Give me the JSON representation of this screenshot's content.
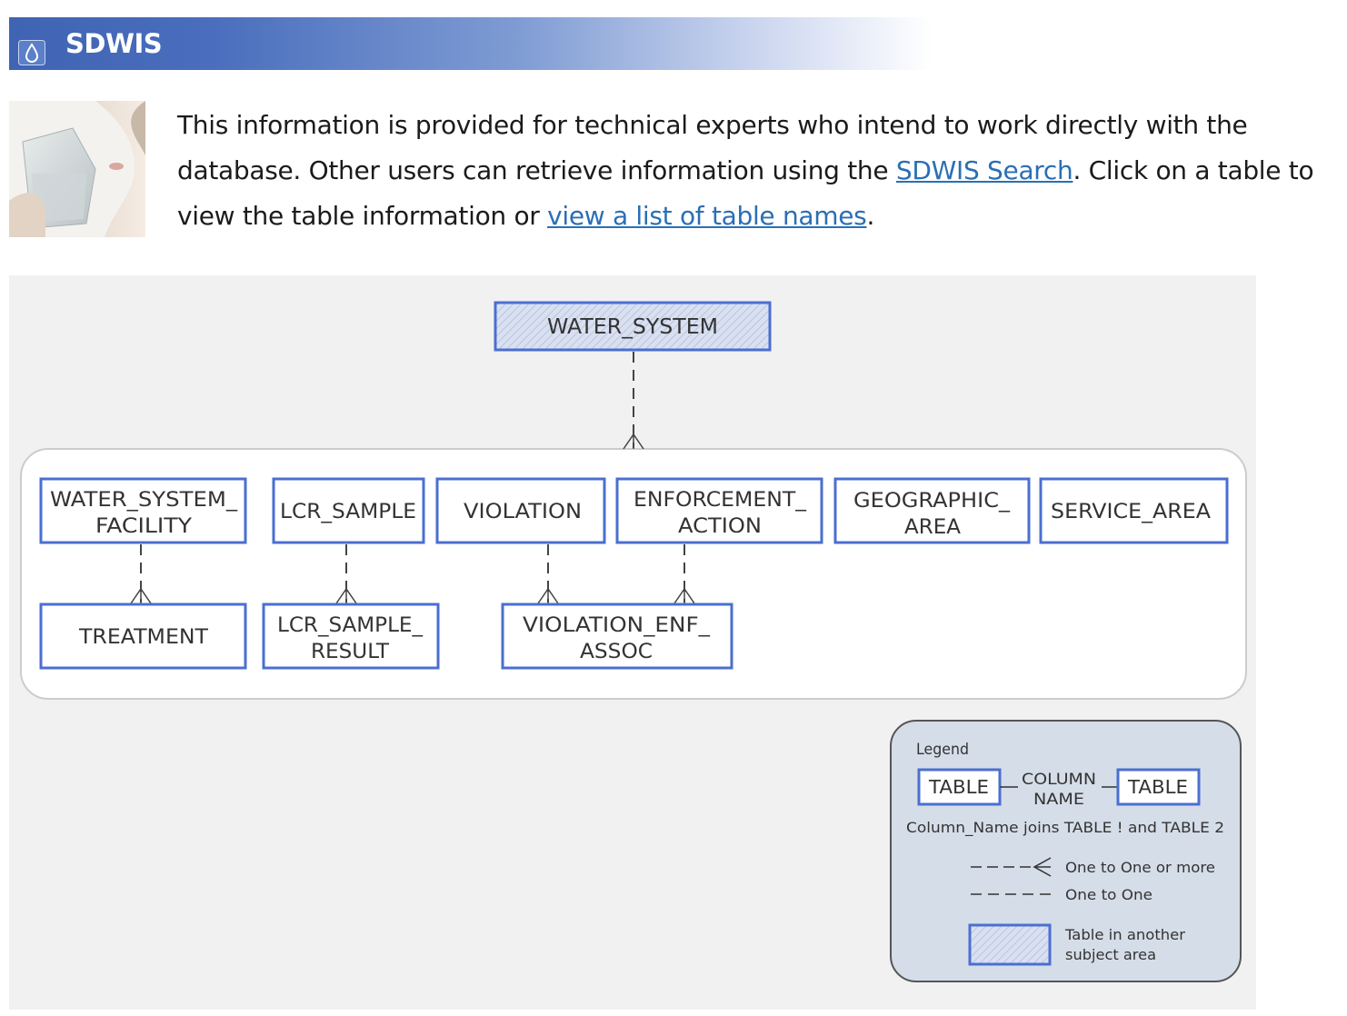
{
  "header": {
    "title": "SDWIS",
    "icon": "water-drop-icon",
    "gradient_start": "#3f64b3"
  },
  "intro": {
    "text_1": "This information is provided for technical experts who intend to work directly with the database. Other users can retrieve information using the ",
    "link_search": "SDWIS Search",
    "text_2": ". Click on a table to view the table information or ",
    "link_tables": "view a list of table names",
    "text_3": "."
  },
  "diagram": {
    "colors": {
      "border": "#4a6fd0",
      "background": "#f1f1f1",
      "legend_fill": "#d5dde8"
    },
    "top_table": {
      "line1": "WATER_SYSTEM"
    },
    "row1": [
      {
        "line1": "WATER_SYSTEM_",
        "line2": "FACILITY"
      },
      {
        "line1": "LCR_SAMPLE"
      },
      {
        "line1": "VIOLATION"
      },
      {
        "line1": "ENFORCEMENT_",
        "line2": "ACTION"
      },
      {
        "line1": "GEOGRAPHIC_",
        "line2": "AREA"
      },
      {
        "line1": "SERVICE_AREA"
      }
    ],
    "row2": [
      {
        "line1": "TREATMENT"
      },
      {
        "line1": "LCR_SAMPLE_",
        "line2": "RESULT"
      },
      {
        "line1": "VIOLATION_ENF_",
        "line2": "ASSOC"
      }
    ]
  },
  "legend": {
    "title": "Legend",
    "table_left": "TABLE",
    "table_right": "TABLE",
    "column_line1": "COLUMN",
    "column_line2": "NAME",
    "joins_text": "Column_Name joins TABLE ! and TABLE 2",
    "one_to_many": "One to One or more",
    "one_to_one": "One to One",
    "other_area_line1": "Table in another",
    "other_area_line2": "subject area"
  }
}
